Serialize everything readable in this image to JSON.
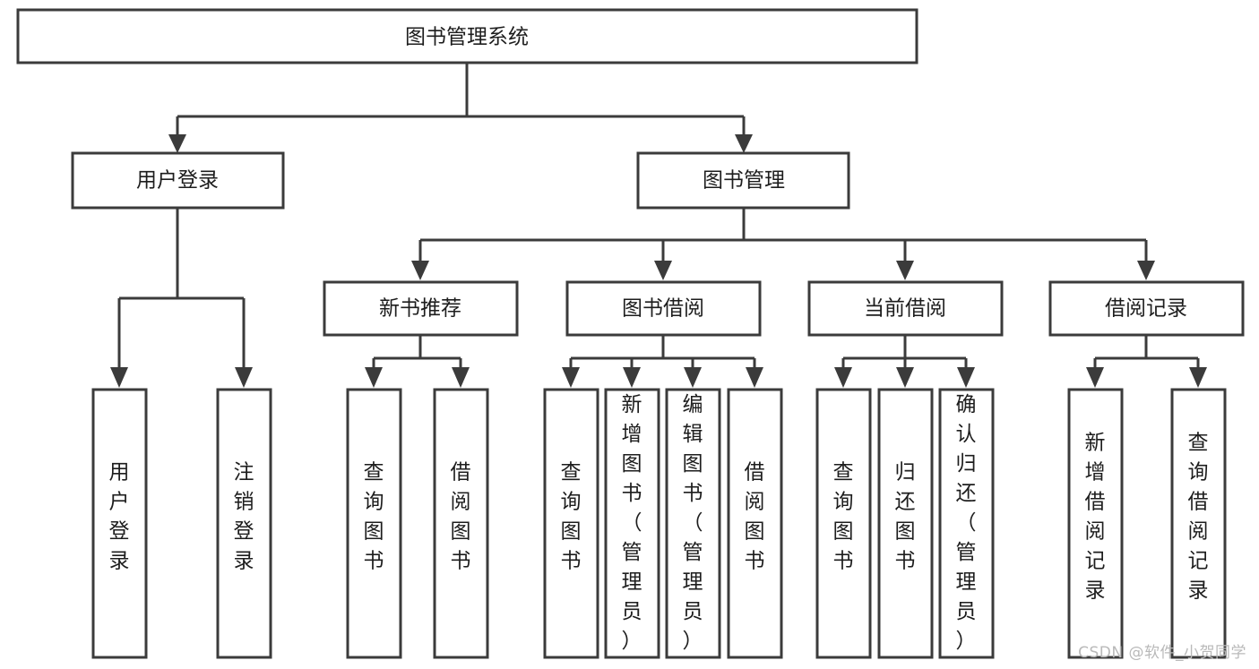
{
  "diagram": {
    "type": "tree",
    "title": "图书管理系统",
    "orientation": "top-down",
    "colors": {
      "box_stroke": "#3b3b3b",
      "box_fill": "#ffffff",
      "text": "#1d1d1d",
      "connector": "#3b3b3b",
      "watermark": "#b9b9b9",
      "background": "#ffffff"
    },
    "root": {
      "id": "root",
      "label": "图书管理系统"
    },
    "level2": [
      {
        "id": "user-login",
        "label": "用户登录"
      },
      {
        "id": "book-manage",
        "label": "图书管理"
      }
    ],
    "level3": [
      {
        "id": "new-book-recommend",
        "label": "新书推荐",
        "parent": "book-manage"
      },
      {
        "id": "book-borrow",
        "label": "图书借阅",
        "parent": "book-manage"
      },
      {
        "id": "current-borrow",
        "label": "当前借阅",
        "parent": "book-manage"
      },
      {
        "id": "borrow-record",
        "label": "借阅记录",
        "parent": "book-manage"
      }
    ],
    "leaves": [
      {
        "id": "leaf-user-login",
        "label": "用户登录",
        "parent": "user-login"
      },
      {
        "id": "leaf-logout-login",
        "label": "注销登录",
        "parent": "user-login"
      },
      {
        "id": "leaf-query-book-1",
        "label": "查询图书",
        "parent": "new-book-recommend"
      },
      {
        "id": "leaf-borrow-book-1",
        "label": "借阅图书",
        "parent": "new-book-recommend"
      },
      {
        "id": "leaf-query-book-2",
        "label": "查询图书",
        "parent": "book-borrow"
      },
      {
        "id": "leaf-add-book",
        "label": "新增图书（管理员）",
        "parent": "book-borrow"
      },
      {
        "id": "leaf-edit-book",
        "label": "编辑图书（管理员）",
        "parent": "book-borrow"
      },
      {
        "id": "leaf-borrow-book-2",
        "label": "借阅图书",
        "parent": "book-borrow"
      },
      {
        "id": "leaf-query-book-3",
        "label": "查询图书",
        "parent": "current-borrow"
      },
      {
        "id": "leaf-return-book",
        "label": "归还图书",
        "parent": "current-borrow"
      },
      {
        "id": "leaf-confirm-return",
        "label": "确认归还（管理员）",
        "parent": "current-borrow"
      },
      {
        "id": "leaf-add-record",
        "label": "新增借阅记录",
        "parent": "borrow-record"
      },
      {
        "id": "leaf-query-record",
        "label": "查询借阅记录",
        "parent": "borrow-record"
      }
    ]
  },
  "watermark": {
    "label": "CSDN @软件_小贺同学"
  }
}
